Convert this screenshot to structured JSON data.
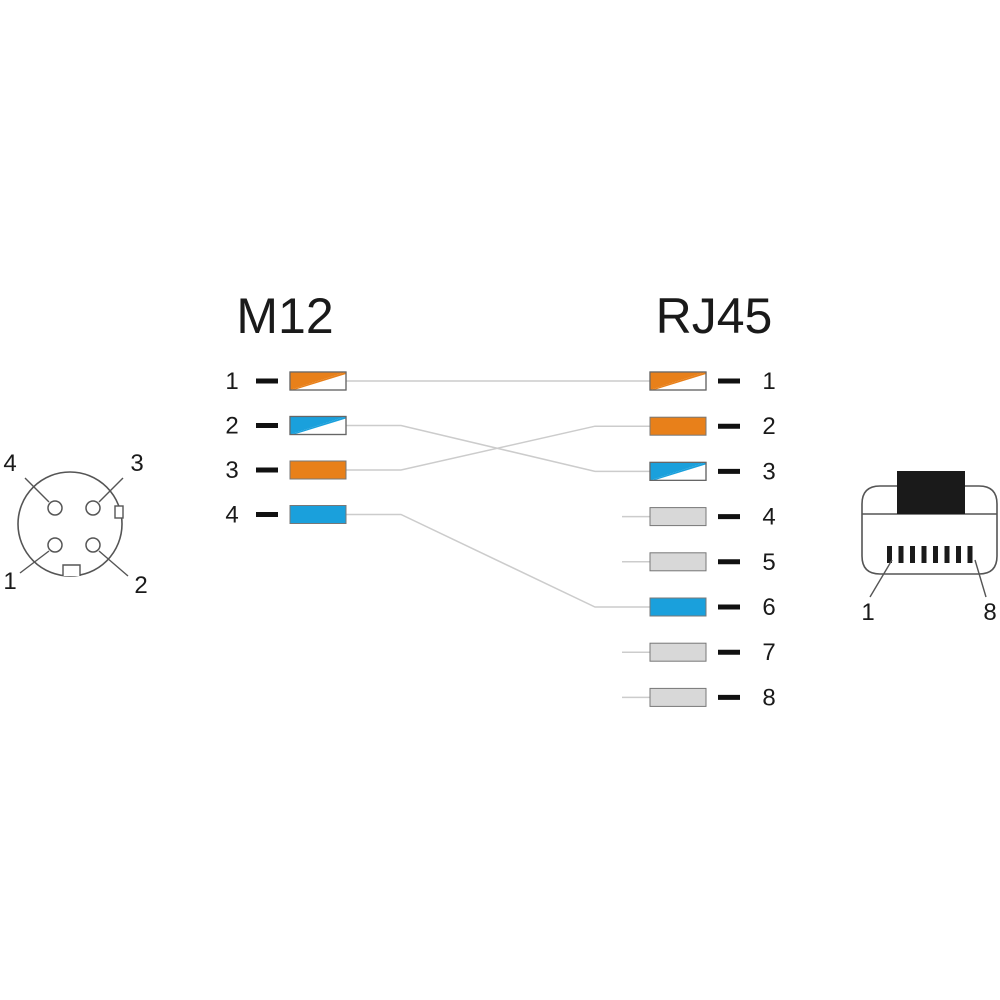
{
  "m12": {
    "title": "M12",
    "pins": [
      {
        "label": "1",
        "pattern": "striped",
        "color": "#e8801a"
      },
      {
        "label": "2",
        "pattern": "striped",
        "color": "#1aa0dc"
      },
      {
        "label": "3",
        "pattern": "solid",
        "color": "#e8801a"
      },
      {
        "label": "4",
        "pattern": "solid",
        "color": "#1aa0dc"
      }
    ]
  },
  "rj45": {
    "title": "RJ45",
    "pins": [
      {
        "label": "1",
        "pattern": "striped",
        "color": "#e8801a"
      },
      {
        "label": "2",
        "pattern": "solid",
        "color": "#e8801a"
      },
      {
        "label": "3",
        "pattern": "striped",
        "color": "#1aa0dc"
      },
      {
        "label": "4",
        "pattern": "solid",
        "color": "#d8d8d8"
      },
      {
        "label": "5",
        "pattern": "solid",
        "color": "#d8d8d8"
      },
      {
        "label": "6",
        "pattern": "solid",
        "color": "#1aa0dc"
      },
      {
        "label": "7",
        "pattern": "solid",
        "color": "#d8d8d8"
      },
      {
        "label": "8",
        "pattern": "solid",
        "color": "#d8d8d8"
      }
    ]
  },
  "connections": [
    {
      "m12": "1",
      "rj45": "1"
    },
    {
      "m12": "2",
      "rj45": "3"
    },
    {
      "m12": "3",
      "rj45": "2"
    },
    {
      "m12": "4",
      "rj45": "6"
    }
  ],
  "m12_face": {
    "labels": [
      "1",
      "2",
      "3",
      "4"
    ]
  },
  "rj45_plug": {
    "labels": [
      "1",
      "8"
    ]
  }
}
